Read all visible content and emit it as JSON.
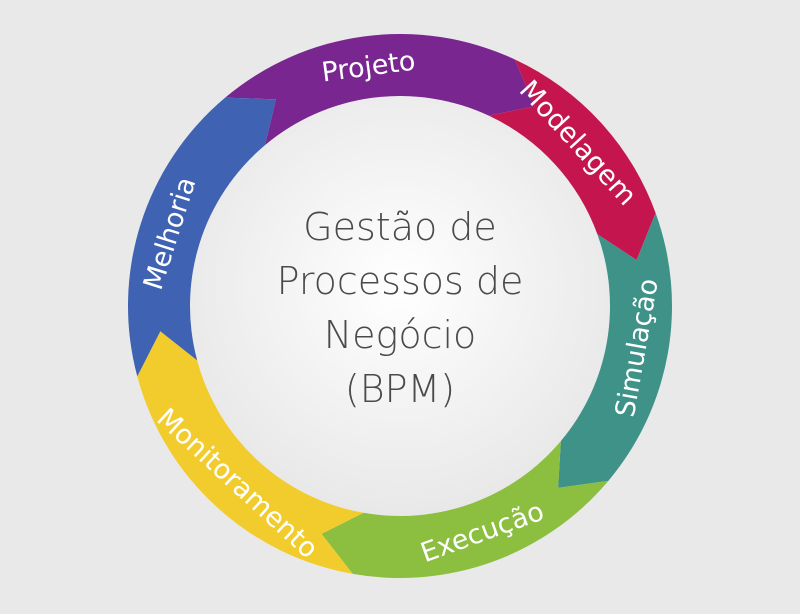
{
  "center_title": {
    "line1": "Gestão de",
    "line2": "Processos de",
    "line3": "Negócio",
    "line4": "(BPM)"
  },
  "stages": [
    {
      "label": "Projeto",
      "color": "#7a2690"
    },
    {
      "label": "Modelagem",
      "color": "#c5154f"
    },
    {
      "label": "Simulação",
      "color": "#3f9288"
    },
    {
      "label": "Execução",
      "color": "#8cbf3f"
    },
    {
      "label": "Monitoramento",
      "color": "#f2cc2c"
    },
    {
      "label": "Melhoria",
      "color": "#3f62b2"
    }
  ],
  "colors": {
    "background": "#e9e9e9",
    "center_text": "#4a4a4a",
    "label_text": "#ffffff"
  }
}
